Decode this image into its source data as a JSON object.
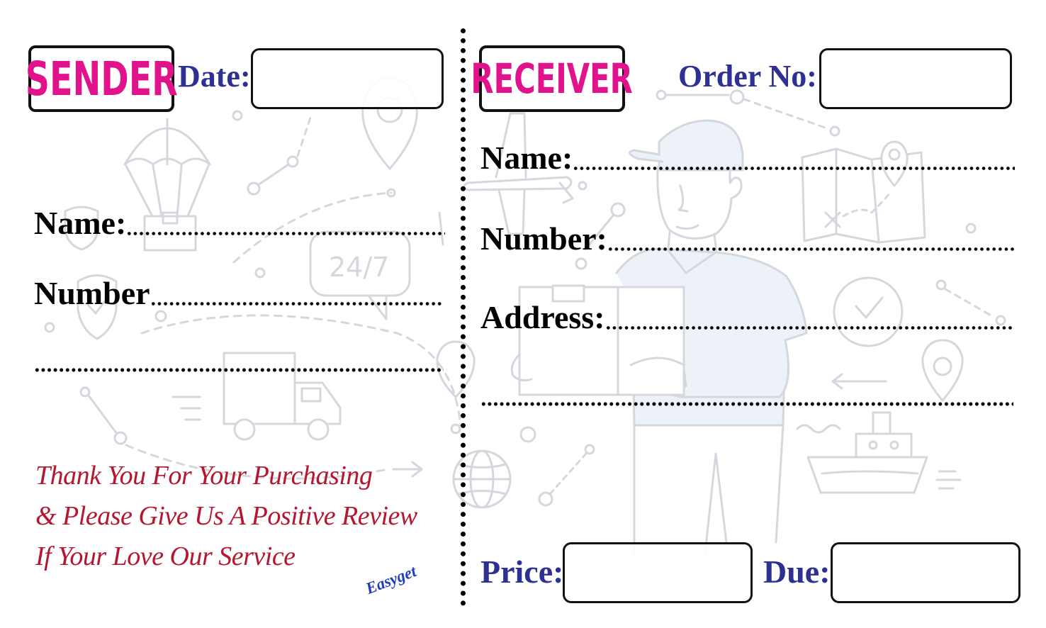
{
  "sender": {
    "badge": "SENDER",
    "date_label": "Date:",
    "name_label": "Name:",
    "number_label": "Number"
  },
  "receiver": {
    "badge": "RECEIVER",
    "order_label": "Order No:",
    "name_label": "Name:",
    "number_label": "Number:",
    "address_label": "Address:",
    "price_label": "Price:",
    "due_label": "Due:"
  },
  "background": {
    "clock_text": "24/7"
  },
  "message": {
    "line1": "Thank You For Your Purchasing",
    "line2": "& Please Give Us A Positive Review",
    "line3": "If Your Love Our Service"
  },
  "brand": "Easyget",
  "colors": {
    "badge_text": "#e0138c",
    "label_navy": "#2e3192",
    "message_red": "#b5172f",
    "brand_blue": "#1f3fb8",
    "doodle_gray": "#d4d8de",
    "doodle_fill": "#edf1f8"
  }
}
